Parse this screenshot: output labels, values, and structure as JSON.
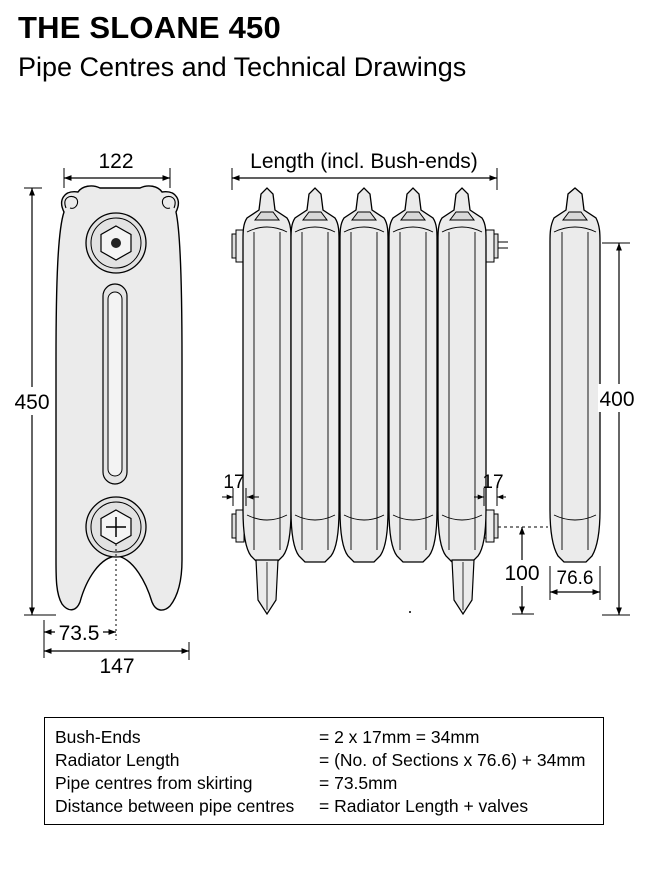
{
  "title": "THE SLOANE 450",
  "subtitle": "Pipe Centres and Technical Drawings",
  "dimensions": {
    "top_width": "122",
    "height_total": "450",
    "pipe_centre_offset": "73.5",
    "base_width": "147",
    "length_label": "Length (incl. Bush-ends)",
    "bush_end_left": "17",
    "bush_end_right": "17",
    "side_height": "400",
    "side_bottom": "100",
    "section_width": "76.6"
  },
  "specs": [
    {
      "label": "Bush-Ends",
      "value": "= 2 x 17mm = 34mm"
    },
    {
      "label": "Radiator Length",
      "value": "= (No. of Sections x 76.6) + 34mm"
    },
    {
      "label": "Pipe centres from skirting",
      "value": "= 73.5mm"
    },
    {
      "label": "Distance between pipe centres",
      "value": "= Radiator Length + valves"
    }
  ],
  "colors": {
    "body_fill": "#ebebeb",
    "stroke": "#000000",
    "line": "#222222"
  }
}
